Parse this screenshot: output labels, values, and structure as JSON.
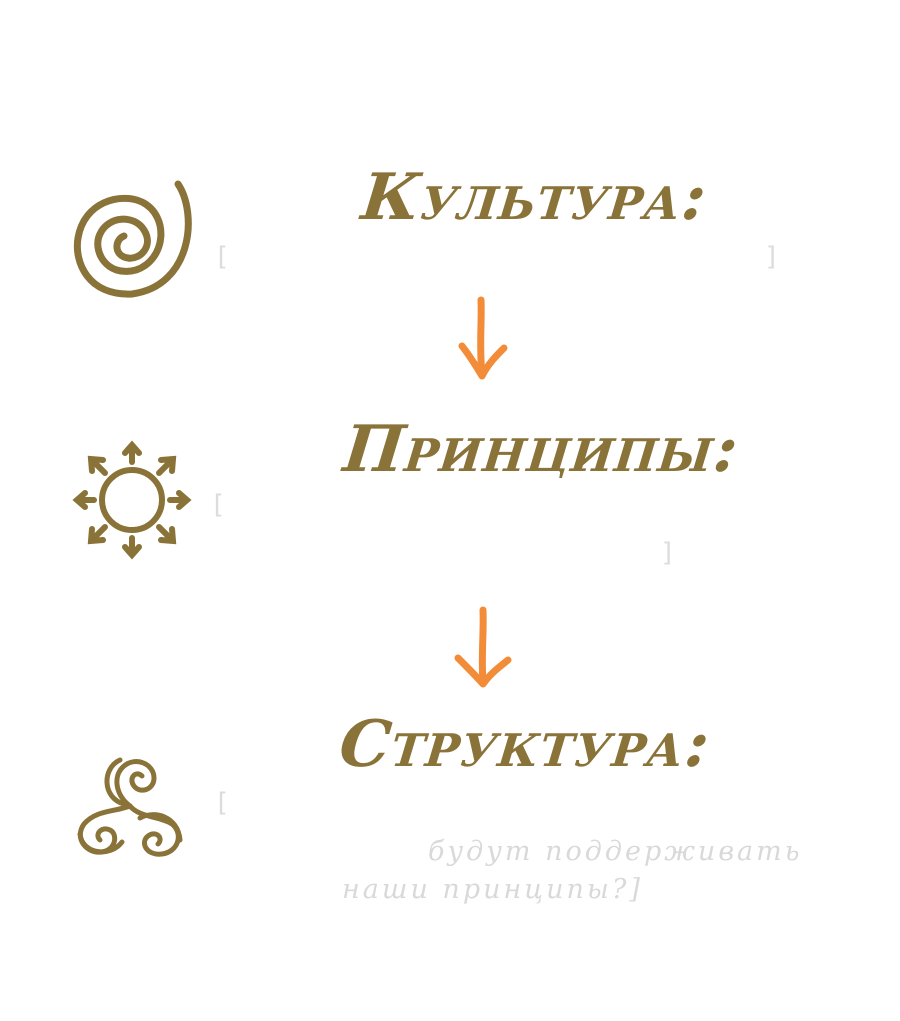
{
  "accent_colors": {
    "heading": "#8a7338",
    "icon": "#8a7338",
    "arrow": "#f28c38",
    "placeholder_text": "#d9d9d9"
  },
  "sections": [
    {
      "title": "Культура:",
      "icon": "spiral-icon",
      "open_bracket": "[",
      "close_bracket": "]"
    },
    {
      "title": "Принципы:",
      "icon": "sun-rays-icon",
      "open_bracket": "[",
      "close_bracket": "]"
    },
    {
      "title": "Структура:",
      "icon": "triskelion-icon",
      "open_bracket": "[",
      "body_line_1": "будут поддерживать",
      "body_line_2": "наши принципы?]"
    }
  ],
  "arrows": [
    "down-arrow",
    "down-arrow"
  ]
}
